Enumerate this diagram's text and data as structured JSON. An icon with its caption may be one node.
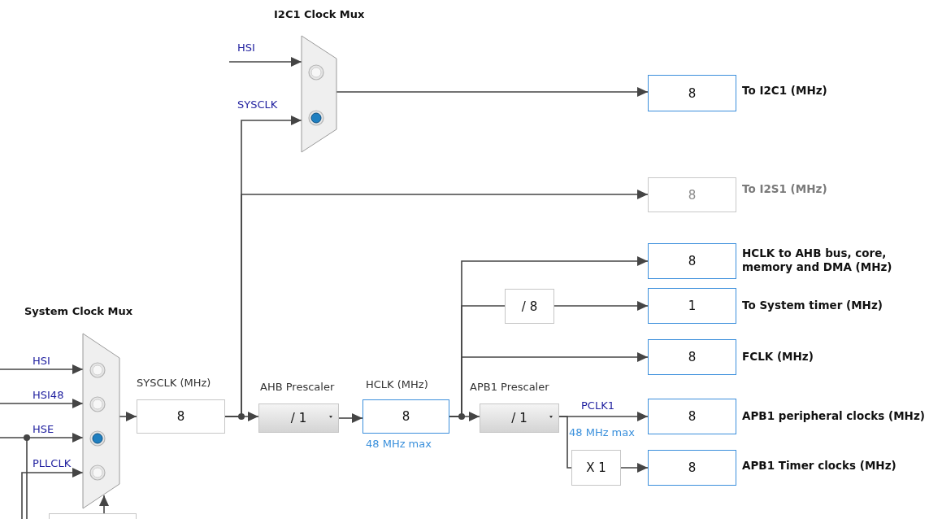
{
  "diagram": {
    "nodes": [
      {
        "text": [
          "System Clock Mux"
        ]
      },
      {
        "text": [
          "8"
        ],
        "beside": [
          "SYSCLK (MHz)"
        ]
      },
      {
        "text": [
          "I2C1 Clock Mux"
        ]
      },
      {
        "text": [
          "8"
        ],
        "beside": [
          "To I2C1 (MHz)"
        ]
      },
      {
        "text": [
          "8"
        ],
        "beside": [
          "To I2S1 (MHz)"
        ]
      },
      {
        "text": [
          "/ 1"
        ],
        "beside": [
          "AHB Prescaler"
        ]
      },
      {
        "text": [
          "8"
        ],
        "beside": [
          "HCLK (MHz)",
          "48 MHz max"
        ]
      },
      {
        "text": [
          "/ 1"
        ],
        "beside": [
          "APB1 Prescaler"
        ]
      },
      {
        "text": [
          "8"
        ],
        "beside": [
          "HCLK to AHB bus, core, memory and DMA (MHz)"
        ]
      },
      {
        "text": [
          "/ 8"
        ]
      },
      {
        "text": [
          "1"
        ],
        "beside": [
          "To System timer (MHz)"
        ]
      },
      {
        "text": [
          "8"
        ],
        "beside": [
          "FCLK (MHz)"
        ]
      },
      {
        "text": [
          "8"
        ],
        "beside": [
          "APB1 peripheral clocks (MHz)"
        ]
      },
      {
        "text": [
          "X 1"
        ]
      },
      {
        "text": [
          "8"
        ],
        "beside": [
          "APB1 Timer clocks (MHz)"
        ]
      },
      {
        "text": [],
        "shape": "box"
      }
    ],
    "edges": [
      {
        "from": null,
        "to": 0,
        "arrow": "to",
        "label": "HSI"
      },
      {
        "from": null,
        "to": 0,
        "arrow": "to",
        "label": "HSI48"
      },
      {
        "from": null,
        "to": 0,
        "arrow": "to",
        "label": "HSE"
      },
      {
        "from": null,
        "to": 0,
        "arrow": "to",
        "label": "PLLCLK"
      },
      {
        "from": 0,
        "to": 1,
        "arrow": "to"
      },
      {
        "from": 1,
        "to": 5,
        "arrow": "to"
      },
      {
        "from": 1,
        "to": 2,
        "arrow": "to",
        "label": "SYSCLK"
      },
      {
        "from": null,
        "to": 2,
        "arrow": "to",
        "label": "HSI"
      },
      {
        "from": 2,
        "to": 3,
        "arrow": "to"
      },
      {
        "from": 1,
        "to": 4,
        "arrow": "to"
      },
      {
        "from": 5,
        "to": 6,
        "arrow": "to"
      },
      {
        "from": 6,
        "to": 7,
        "arrow": "to"
      },
      {
        "from": 6,
        "to": 8,
        "arrow": "to"
      },
      {
        "from": 6,
        "to": 9,
        "arrow": "none"
      },
      {
        "from": 9,
        "to": 10,
        "arrow": "to"
      },
      {
        "from": 6,
        "to": 11,
        "arrow": "to"
      },
      {
        "from": 7,
        "to": 12,
        "arrow": "to",
        "label": "PCLK1"
      },
      {
        "from": 7,
        "to": 13,
        "arrow": "none"
      },
      {
        "from": 13,
        "to": 14,
        "arrow": "to"
      },
      {
        "from": 15,
        "to": 0,
        "arrow": "to"
      }
    ],
    "labels": [
      "48 MHz max"
    ]
  }
}
